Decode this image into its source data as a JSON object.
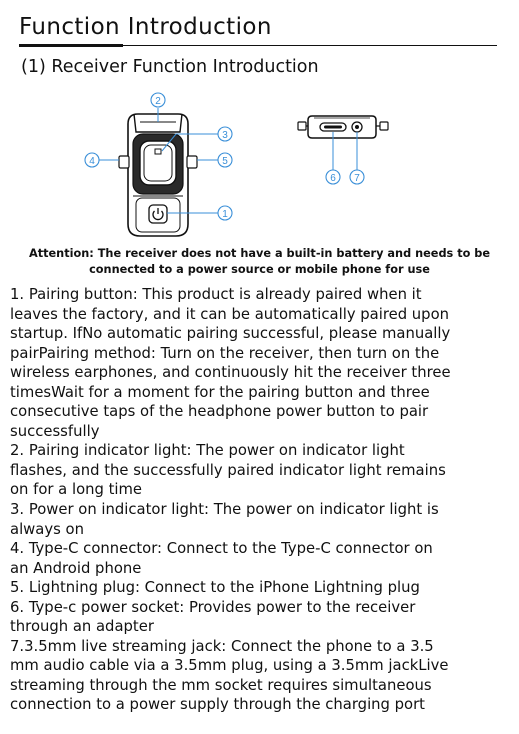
{
  "header": {
    "title": "Function Introduction",
    "subtitle": "(1) Receiver Function Introduction"
  },
  "figure": {
    "callouts": [
      "1",
      "2",
      "3",
      "4",
      "5",
      "6",
      "7"
    ]
  },
  "attention": {
    "line1": "Attention: The receiver does not have a built-in battery and needs to be",
    "line2": "connected to a power source or mobile phone for use"
  },
  "description": {
    "lines": [
      "1. Pairing button: This product is already paired when it",
      "leaves the factory, and it can be automatically paired upon",
      "startup. IfNo automatic pairing successful, please manually",
      "pairPairing method: Turn on the receiver, then turn on the",
      "wireless earphones, and continuously hit the receiver three",
      "timesWait for a moment for the pairing button and three",
      "consecutive taps of the headphone power button to pair",
      "successfully",
      "2. Pairing indicator light: The power on indicator light",
      "flashes, and the successfully paired indicator light remains",
      "on for a long time",
      "3. Power on indicator light: The power on indicator light is",
      "always on",
      "4. Type-C connector: Connect to the Type-C connector on",
      "an Android phone",
      "5. Lightning plug: Connect to the iPhone Lightning plug",
      "6. Type-c power socket: Provides power to the receiver",
      "through an adapter",
      "7.3.5mm live streaming jack: Connect the phone to a 3.5",
      "mm audio cable via a 3.5mm plug, using a 3.5mm jackLive",
      "streaming through the mm socket requires simultaneous",
      "connection to a power supply through the charging port"
    ]
  }
}
